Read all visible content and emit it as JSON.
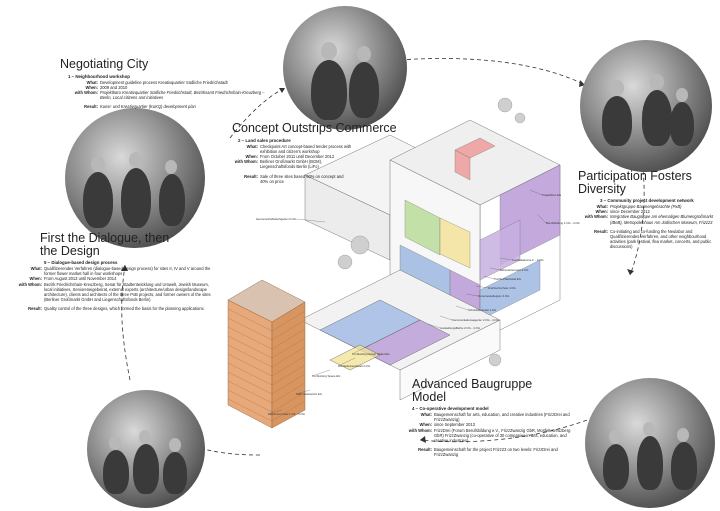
{
  "sections": {
    "negotiating": {
      "title": "Negotiating City",
      "subtitle": "1 – Neighbourhood workshop",
      "what_key": "What:",
      "what_val": "Development guideline process Kreativquartier Südliche Friedrichstadt",
      "when_key": "When:",
      "when_val": "2009 and 2010",
      "with_key": "with Whom:",
      "with_val": "Projektbüro Kreativquartier Südliche Friedrichstadt, Bezirksamt Friedrichshain-Kreuzberg – Berlin, Local citizens and initiatives",
      "result_key": "Result:",
      "result_val": "Kunst- und Kreativquartier (KuKQ) development plan"
    },
    "concept": {
      "title": "Concept Outstrips Commerce",
      "subtitle": "2 – Land sales procedure",
      "what_key": "What:",
      "what_val": "Checkpoint Art concept-based tender process with exhibition and citizen's workshop",
      "when_key": "When:",
      "when_val": "From October 2011 until December 2012",
      "with_key": "with Whom:",
      "with_val": "Berliner Großmarkt GmbH (BGM), Liegenschaftsfonds Berlin (LiFo)",
      "result_key": "Result:",
      "result_val": "Sale of three sites based 60% on concept and 40% on price"
    },
    "participation": {
      "title": "Participation Fosters Diversity",
      "subtitle": "3 – Community project development network",
      "what_key": "What:",
      "what_val": "Projektgruppe Baumengebrachte (PxB)",
      "when_key": "When:",
      "when_val": "since December 2012",
      "with_key": "with Whom:",
      "with_val": "Integrative Baugruppe am ehemaligen Blumengroßmarkt (IBeB), Metropolenhaus Am Jüdischen Museum, Frizz23",
      "result_key": "Result:",
      "result_val": "Co-initiating and co-funding the Neulabor and Qualifizierendes Verfahren, and other neighbourhood activities (park festival, flea market, concerts, and public discussions)"
    },
    "dialogue": {
      "title": "First the Dialogue, then the Design",
      "subtitle": "5 – Dialogue-based design process",
      "what_key": "What:",
      "what_val": "Qualifizierendes Verfahren (dialogue-based design process) for sites II, IV and V around the former flower market hall in four workshops",
      "when_key": "When:",
      "when_val": "From August 2013 until November 2014",
      "with_key": "with Whom:",
      "with_val": "Bezirk Friedrichshain-Kreuzberg, Senat für Stadtentwicklung und Umwelt, Jewish Museum, local initiatives, Senioreneigebeirat, external experts (architecture/urban design/landscape architecture), clients and architects of the three PxB projects, and former owners of the sites (Berliner Großmarkt GmbH and Liegenschaftsfonds Berlin)",
      "result_key": "Result:",
      "result_val": "Quality control of the three designs, which formed the basis for the planning applications."
    },
    "baugruppe": {
      "title": "Advanced Baugruppe Model",
      "subtitle": "4 – Co-operative development model",
      "what_key": "What:",
      "what_val": "Baugemeinschaft for arts, education, and creative industries (FrizzDrei and FrizzZwanzig)",
      "when_key": "When:",
      "when_val": "since September 2013",
      "with_key": "with Whom:",
      "with_val": "FrizzDrei (Forum Berufsbildung e.V., FrizzZwanzig GbR, Mosfelt Kreuzberg GbR) FrizzZwanzig (co-operative of 30 companies in arts, education, and creative industries)",
      "result_key": "Result:",
      "result_val": "Baugemeinschaft for the project Frizz23 on two levels: FrizzDrei and FrizzZwanzig"
    }
  },
  "building_labels": [
    "Gemeinschaftsdachgarten 6.OG",
    "Projektbüro EG",
    "Berufsbildung 1.OG - 4.OG",
    "Kunstakademie 2. - 4.OG",
    "Behindertenwerk 2.OG",
    "Tischler/Werkstatt EG",
    "Drehbuchschule 4.OG",
    "Dozentenkollegium 4.OG",
    "Schreibwerkstatt 1.OG",
    "Kommunikationsagentur 2.OG - 4.OG",
    "Ausstellungsfläche 2.OG - 4.OG",
    "Co-Working Design Maker EG",
    "Architekturwerkstatt 2.OG",
    "Co-Working Space EG",
    "Café, Restaurant EG",
    "Apartment Hotel 1.OG - 5.OG"
  ],
  "colors": {
    "purple": "#b89ad6",
    "blue": "#9db8e2",
    "green": "#b9dc9a",
    "yellow": "#f3e39a",
    "pink": "#ee9b9b",
    "orange_facade": "#e7a97a",
    "dashed_path": "#333333"
  }
}
